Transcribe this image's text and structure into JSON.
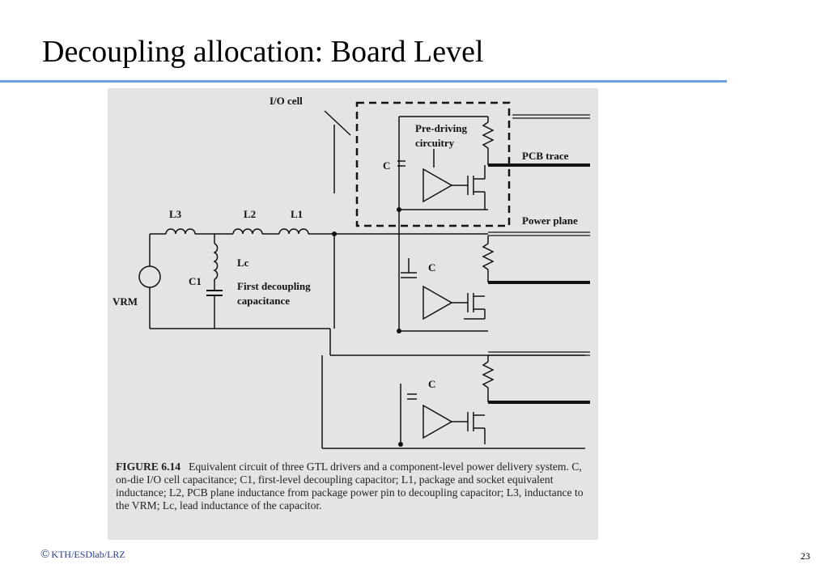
{
  "slide": {
    "title": "Decoupling allocation: Board Level",
    "footer_symbol": "©",
    "footer_text": "KTH/ESDlab/LRZ",
    "page_number": "23"
  },
  "figure": {
    "labels": {
      "io_cell": "I/O cell",
      "pre_driving_1": "Pre-driving",
      "pre_driving_2": "circuitry",
      "pcb_trace": "PCB trace",
      "power_plane": "Power plane",
      "l3": "L3",
      "l2": "L2",
      "l1": "L1",
      "lc": "Lc",
      "c1": "C1",
      "vrm": "VRM",
      "first_decoupling_1": "First decoupling",
      "first_decoupling_2": "capacitance",
      "c_top": "C",
      "c_mid": "C",
      "c_bot": "C"
    },
    "caption": {
      "figure_number": "FIGURE 6.14",
      "text": "Equivalent circuit of three GTL drivers and a component-level power delivery system. C, on-die I/O cell capacitance; C1, first-level decoupling capacitor; L1, package and socket equivalent inductance; L2, PCB plane inductance from package power pin to decoupling capacitor; L3, inductance to the VRM; Lc, lead inductance of the capacitor."
    }
  }
}
